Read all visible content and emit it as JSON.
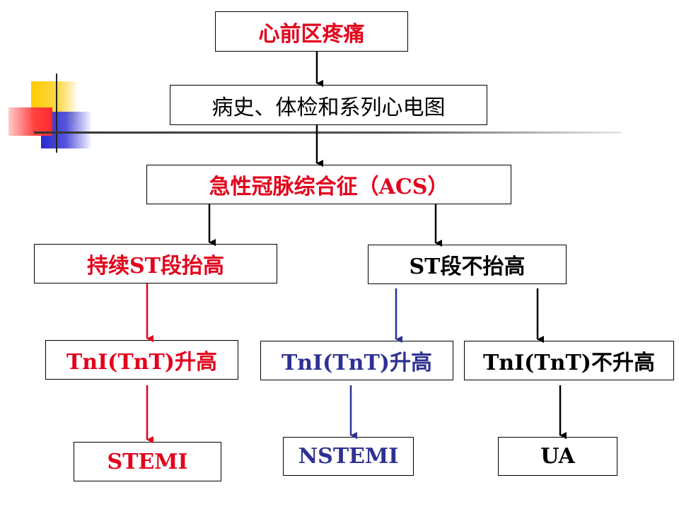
{
  "nodes": {
    "chest_pain": "心前区疼痛",
    "history_exam": "病史、体检和系列心电图",
    "acs": "急性冠脉综合征（ACS）",
    "st_elevation": "持续ST段抬高",
    "no_st_elevation": "ST段不抬高",
    "tn_up_left": "TnI(TnT)升高",
    "tn_up_mid": "TnI(TnT)升高",
    "tn_not_up": "TnI(TnT)不升高",
    "stemi": "STEMI",
    "nstemi": "NSTEMI",
    "ua": "UA"
  },
  "colors": {
    "red": "#e3001b",
    "blue": "#2e3192",
    "black": "#000000",
    "deco_yellow": "#ffcc00",
    "deco_red": "#ff3b3b",
    "deco_blue": "#3333cc"
  }
}
